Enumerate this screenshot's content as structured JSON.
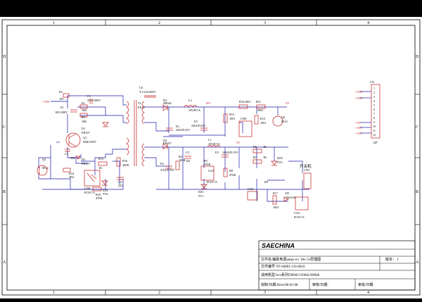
{
  "frame": {
    "col_labels": [
      "1",
      "2",
      "3",
      "4"
    ],
    "row_labels": [
      "D",
      "C",
      "B",
      "A"
    ]
  },
  "title_block": {
    "company": "SAECHINA",
    "doc_name": "文件名/辅助电源amps-rcc 18v-5v原理图",
    "version_label": "版本： 1",
    "doc_number": "文件编号 YF-04001-116-0016",
    "applicable_model": "适用机型:Is/x系列5900di/1500di/2000di",
    "drawn_date": "拟制/日期:Hero/08-05-08",
    "review_date": "审核/日期:",
    "approve_date": "审批/日期:"
  },
  "connector_cn": {
    "ref": "CN",
    "part": "12P",
    "pins": [
      "1",
      "2",
      "3",
      "4",
      "5",
      "6",
      "7",
      "8",
      "9",
      "10",
      "11",
      "12"
    ],
    "nets": [
      "+VIN",
      "+VIN",
      "+5V",
      "+18V",
      "+15V"
    ]
  },
  "labels": {
    "vin_left": "+VIN",
    "r2": "R2",
    "r2v": "1M",
    "r1": "R1",
    "r1v": "10K",
    "e1": "E1",
    "e1v": "10U/400V",
    "c1": "C1",
    "c1v": "472/1000V",
    "r3": "R3",
    "r3v": "10K",
    "d1": "D1",
    "d1v": "FR107",
    "q1": "Q1",
    "q1v": "MJE13007",
    "c3": "C3",
    "c3v": "103",
    "r14": "R14",
    "r14v": "2R2",
    "q3": "Q3",
    "q3v": "9014",
    "d2": "D2",
    "d2v": "FR107",
    "r15": "R15",
    "r15v": "1K",
    "u2b": "U2B",
    "u2bpart": "PC817A",
    "r16": "R16",
    "r16v": "200K",
    "r18": "R18",
    "r18v": "470K",
    "c2": "C2",
    "c2v": "223",
    "zd": "ZD1",
    "zdv": "5V6",
    "t1": "T1",
    "t1v": "EE25",
    "c6": "C6",
    "c6v": "Y1/222/400V",
    "d3": "D3",
    "d3v": "SB540",
    "l2": "L2",
    "l2v": "10UH/1A",
    "vout18": "18V",
    "e2": "E2",
    "e2v": "220UF/25V",
    "e3": "E3",
    "e3v": "220UF/25V",
    "r10": "R10",
    "r10v": "2001",
    "r11": "R11",
    "r11v": "2001",
    "r12": "R12",
    "r12v": "1001",
    "r13": "R13",
    "r13v": "1001",
    "u3b": "U3B",
    "q2": "Q2",
    "q2v": "9014",
    "v5a": "5V",
    "d4": "D4",
    "d4v": "FR107",
    "l1": "L1",
    "l1v": "10UH/1A",
    "c5": "C5",
    "c5v": "102",
    "r4": "R4",
    "r4v": "100R",
    "r5": "R5",
    "r5v": "470K",
    "e4": "E4",
    "e4v": "470UF/10V",
    "e5": "E5",
    "e5v": "1000UF/10V",
    "u2a": "U2A",
    "u2apart": "PC817A",
    "dz1": "DZ1",
    "dz1v": "5V1",
    "r8": "R8",
    "r8v": "470K",
    "v5b": "5V",
    "r6": "R6",
    "r6v": "1K",
    "r7": "R7",
    "r7v": "1K",
    "dz2": "DZ2",
    "dz2v": "5V6",
    "cn2": "CN2",
    "cn3": "CN3",
    "sw_label": "开关机",
    "r9": "R9",
    "r17": "R17",
    "r17v": "1001",
    "d5": "D5",
    "d5v": "1N4148",
    "u3a": "U3A",
    "u3apart": "PC817A"
  }
}
